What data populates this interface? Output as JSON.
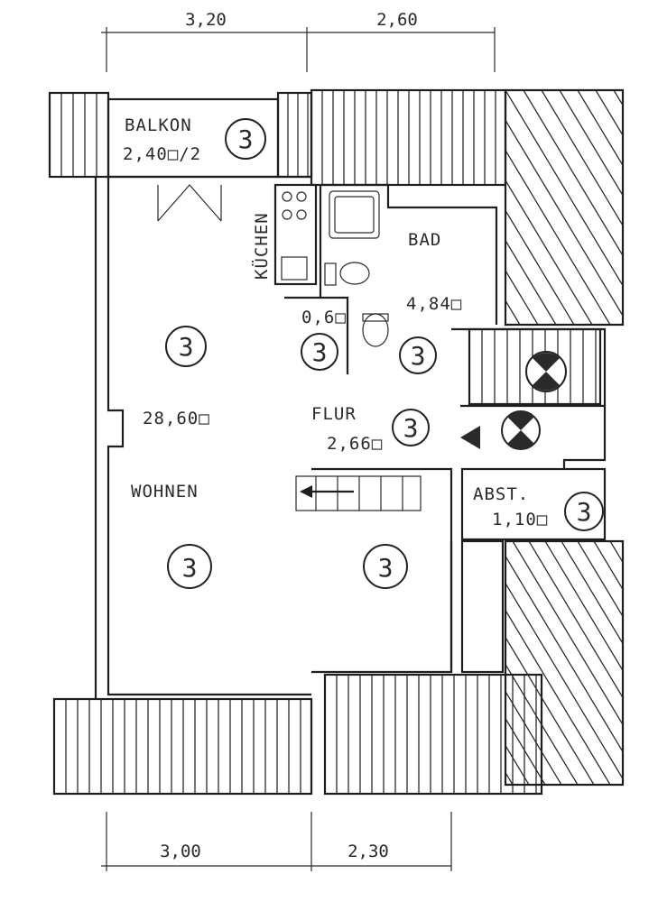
{
  "dimensions": {
    "top_left": "3,20",
    "top_right": "2,60",
    "bottom_left": "3,00",
    "bottom_right": "2,30"
  },
  "rooms": {
    "balkon": {
      "name": "BALKON",
      "area": "2,40□/2"
    },
    "kuechen": {
      "name": "KÜCHEN"
    },
    "bad": {
      "name": "BAD",
      "area": "4,84□"
    },
    "wc": {
      "area": "0,6□"
    },
    "flur": {
      "name": "FLUR",
      "area": "2,66□"
    },
    "wohnen": {
      "name": "WOHNEN",
      "area": "28,60□"
    },
    "abst": {
      "name": "ABST.",
      "area": "1,10□"
    }
  },
  "markers": {
    "balkon": "3",
    "wohnen_top": "3",
    "wohnen_bottom_left": "3",
    "wohnen_bottom_right": "3",
    "wc": "3",
    "bad": "3",
    "flur": "3",
    "abst": "3"
  },
  "icons": [
    "arrow-left-icon",
    "fan-icon",
    "shower-icon",
    "toilet-icon",
    "washbasin-icon",
    "stove-icon"
  ]
}
